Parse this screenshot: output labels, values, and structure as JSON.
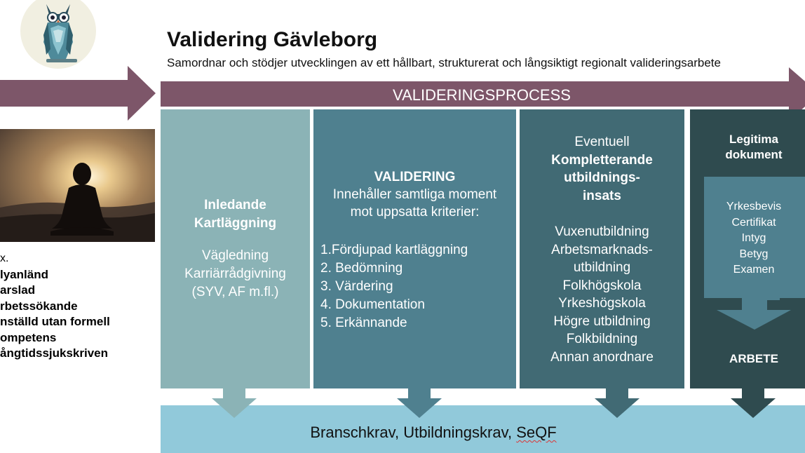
{
  "header": {
    "title": "Validering Gävleborg",
    "subtitle": "Samordnar och stödjer utvecklingen av ett hållbart, strukturerat och långsiktigt regionalt valideringsarbete"
  },
  "process": {
    "label": "VALIDERINGSPROCESS"
  },
  "examples": {
    "first": "x.",
    "items": [
      "lyanländ",
      "arslad",
      "rbetssökande",
      "nställd utan formell",
      "ompetens",
      "ångtidssjukskriven"
    ]
  },
  "col1": {
    "heading1": "Inledande",
    "heading2": "Kartläggning",
    "line1": "Vägledning",
    "line2": "Karriärrådgivning",
    "line3": "(SYV, AF m.fl.)"
  },
  "col2": {
    "heading": "VALIDERING",
    "line1": "Innehåller samtliga moment",
    "line2": "mot uppsatta kriterier:",
    "steps": [
      "1.Fördjupad kartläggning",
      "2. Bedömning",
      "3. Värdering",
      "4. Dokumentation",
      "5. Erkännande"
    ]
  },
  "col3": {
    "pre": "Eventuell",
    "heading1": "Kompletterande",
    "heading2": "utbildnings-",
    "heading3": "insats",
    "items": [
      "Vuxenutbildning",
      "Arbetsmarknads-",
      "utbildning",
      "Folkhögskola",
      "Yrkeshögskola",
      "Högre utbildning",
      "Folkbildning",
      "Annan anordnare"
    ]
  },
  "col4": {
    "heading1": "Legitima",
    "heading2": "dokument",
    "items": [
      "Yrkesbevis",
      "Certifikat",
      "Intyg",
      "Betyg",
      "Examen"
    ],
    "footer": "ARBETE"
  },
  "bottom": {
    "label_main": "Branschkrav, Utbildningskrav, ",
    "label_seqf": "SeQF"
  },
  "colors": {
    "process_bar": "#7d5669",
    "col1": "#8bb3b6",
    "col2": "#4f808f",
    "col3": "#416a74",
    "col4": "#2f4b4f",
    "bottom_band": "#91c9da"
  }
}
